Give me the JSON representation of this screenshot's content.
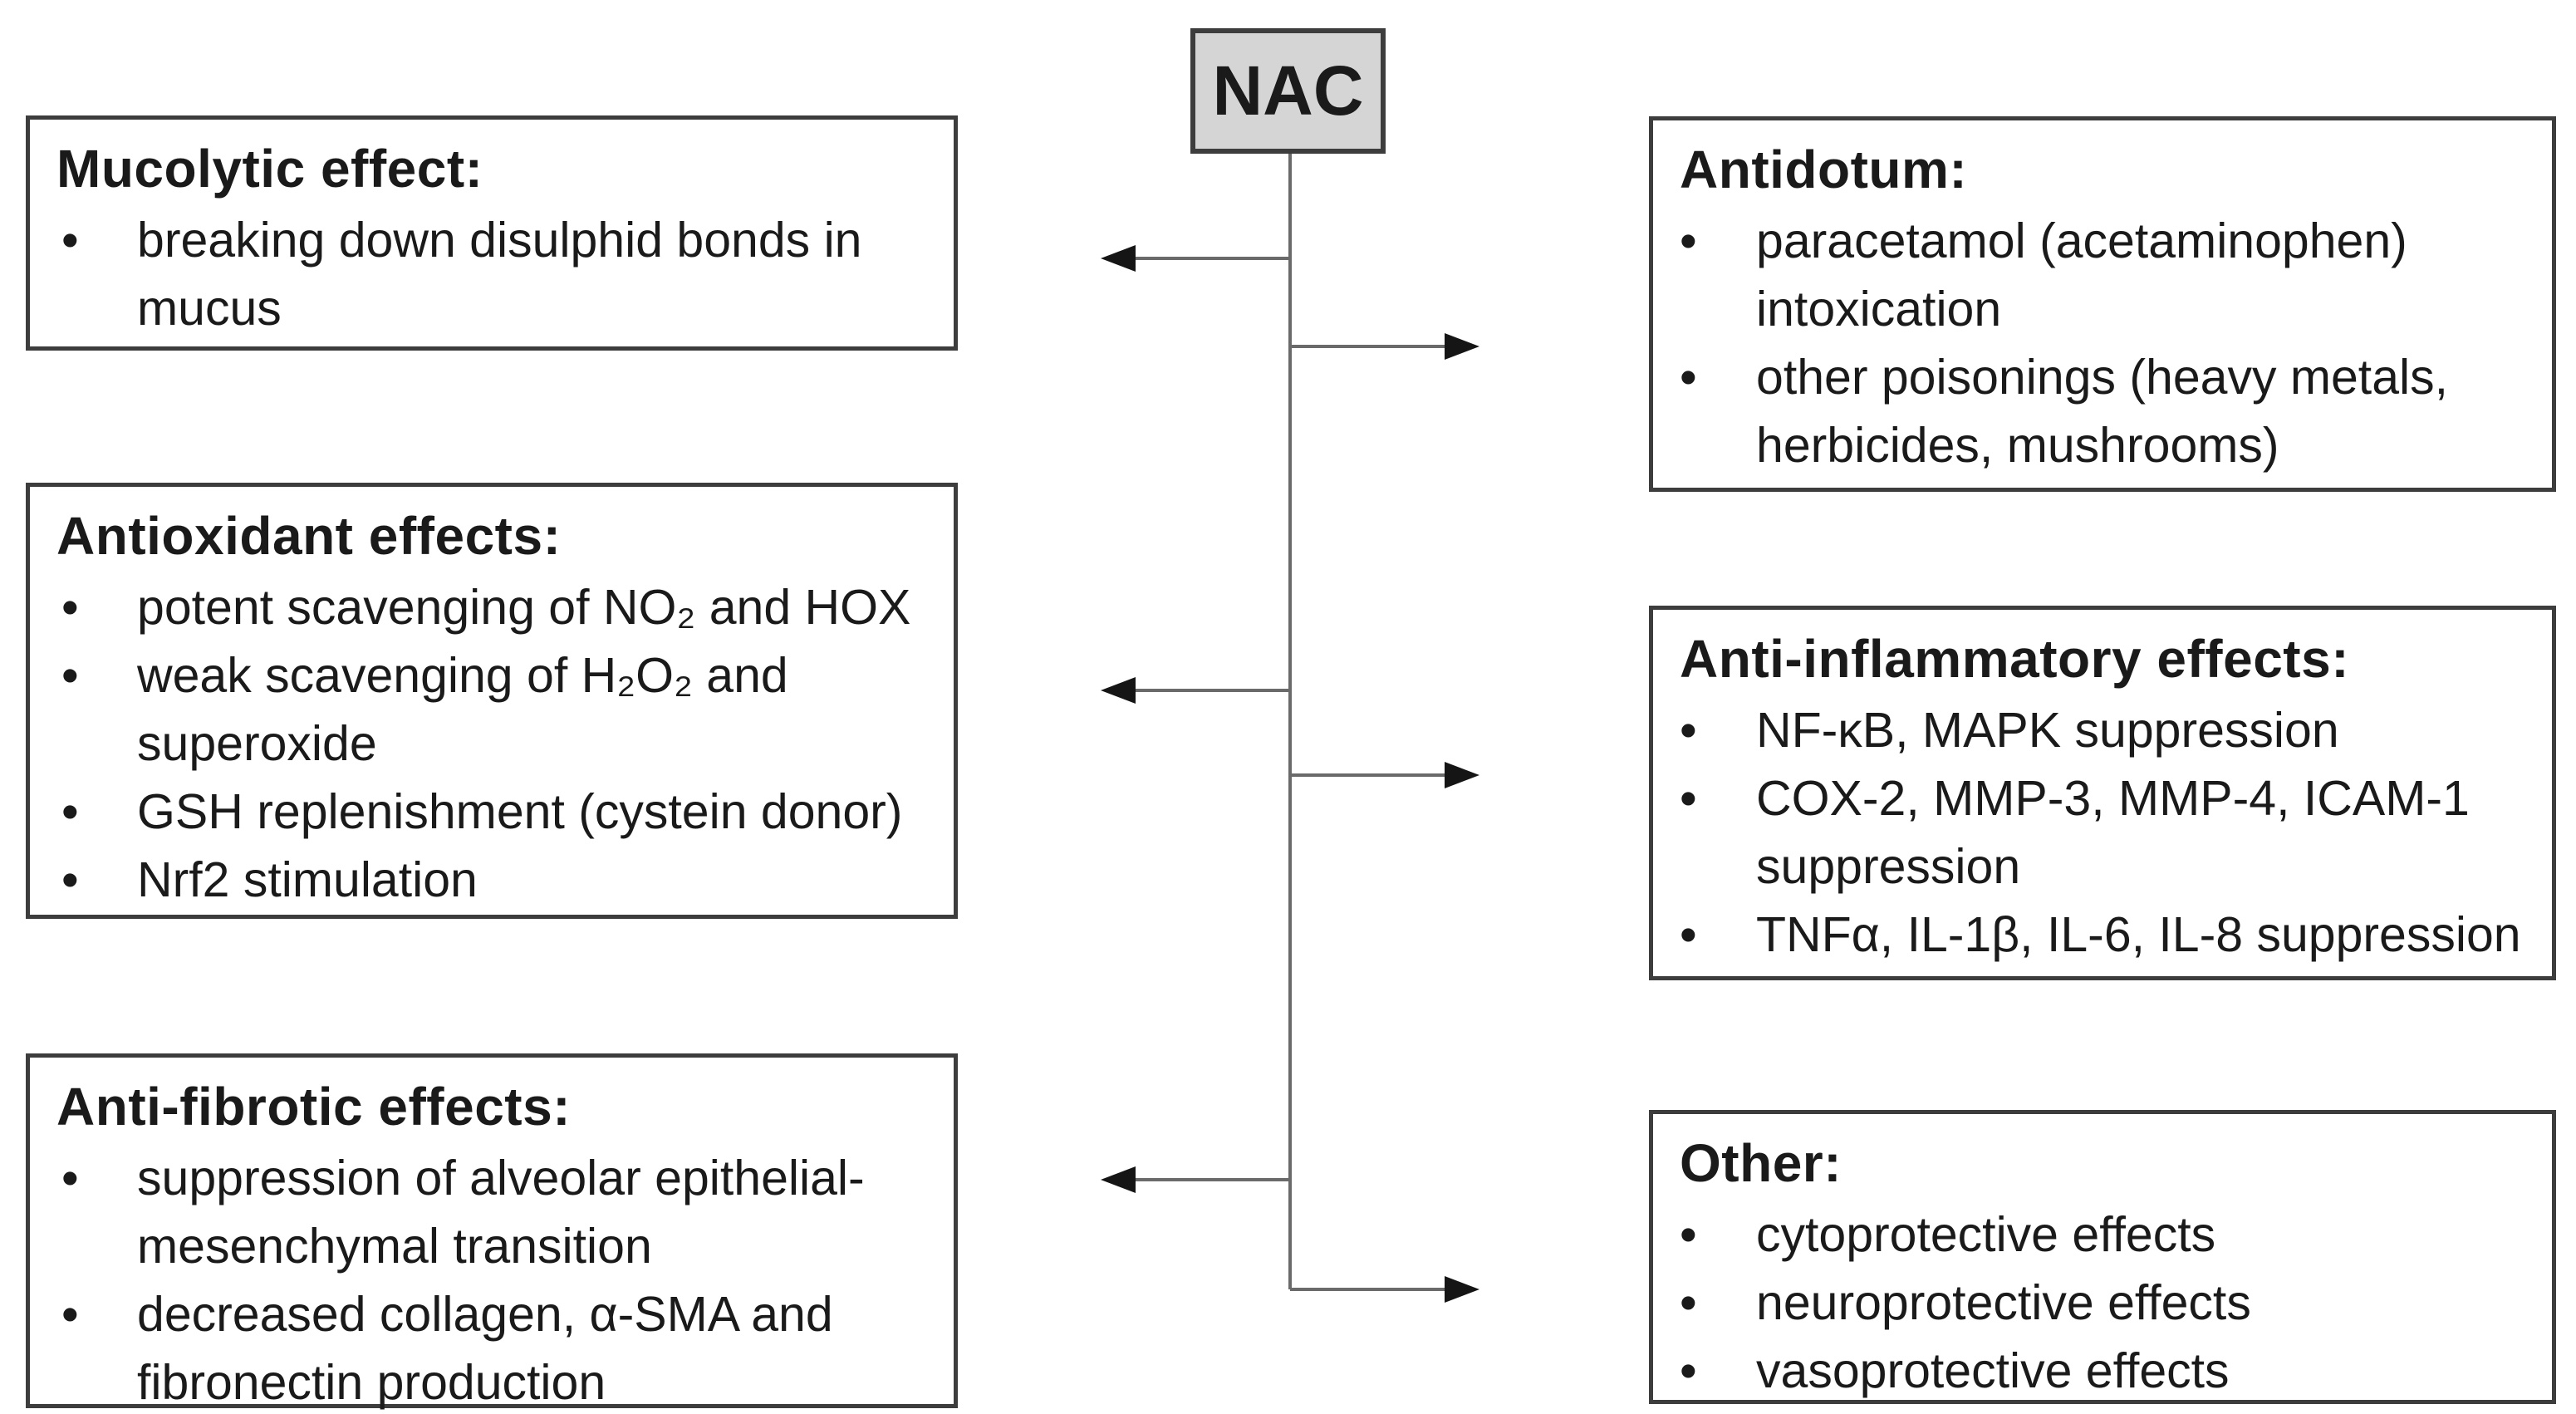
{
  "ui": {
    "bullet": "•"
  },
  "root": {
    "label": "NAC"
  },
  "boxes": {
    "mucolytic": {
      "title": "Mucolytic effect:",
      "items": [
        "breaking down disulphid bonds in mucus"
      ]
    },
    "antioxidant": {
      "title": "Antioxidant effects:",
      "items": [
        "potent scavenging of NO₂ and HOX",
        "weak scavenging of H₂O₂ and superoxide",
        "GSH replenishment (cystein donor)",
        "Nrf2 stimulation"
      ]
    },
    "antifibrotic": {
      "title": "Anti-fibrotic effects:",
      "items": [
        "suppression of alveolar epithelial-mesenchymal transition",
        "decreased collagen, α-SMA and fibronectin production"
      ]
    },
    "antidotum": {
      "title": "Antidotum:",
      "items": [
        "paracetamol (acetaminophen) intoxication",
        "other poisonings (heavy metals, herbicides, mushrooms)"
      ]
    },
    "antiinflammatory": {
      "title": "Anti-inflammatory effects:",
      "items": [
        "NF-κB, MAPK suppression",
        "COX-2, MMP-3, MMP-4, ICAM-1 suppression",
        "TNFα, IL-1β, IL-6, IL-8 suppression"
      ]
    },
    "other": {
      "title": "Other:",
      "items": [
        "cytoprotective effects",
        "neuroprotective effects",
        "vasoprotective effects"
      ]
    }
  },
  "colors": {
    "background": "#ffffff",
    "box_border": "#3d3d3d",
    "box_fill": "#ffffff",
    "nac_fill": "#d5d5d5",
    "nac_border": "#3d3d3d",
    "connector_line": "#6a6a6a",
    "arrowhead": "#151515",
    "text": "#1a1a1a"
  }
}
